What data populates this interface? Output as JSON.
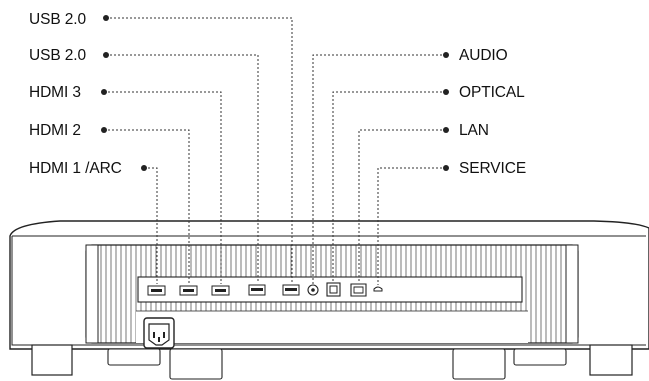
{
  "ports_left": [
    {
      "id": "usb-2-0-upper",
      "label": "USB 2.0"
    },
    {
      "id": "usb-2-0-lower",
      "label": "USB 2.0"
    },
    {
      "id": "hdmi-3",
      "label": "HDMI 3"
    },
    {
      "id": "hdmi-2",
      "label": "HDMI 2"
    },
    {
      "id": "hdmi-1-arc",
      "label": "HDMI 1 /ARC"
    }
  ],
  "ports_right": [
    {
      "id": "audio",
      "label": "AUDIO"
    },
    {
      "id": "optical",
      "label": "OPTICAL"
    },
    {
      "id": "lan",
      "label": "LAN"
    },
    {
      "id": "service",
      "label": "SERVICE"
    }
  ],
  "icons": [
    "power-inlet-icon",
    "hdmi-port-icon",
    "usb-port-icon",
    "audio-jack-icon",
    "optical-port-icon",
    "lan-port-icon",
    "service-port-icon"
  ],
  "colors": {
    "line": "#222222",
    "body_fill": "#ffffff",
    "leader": "#333333"
  }
}
